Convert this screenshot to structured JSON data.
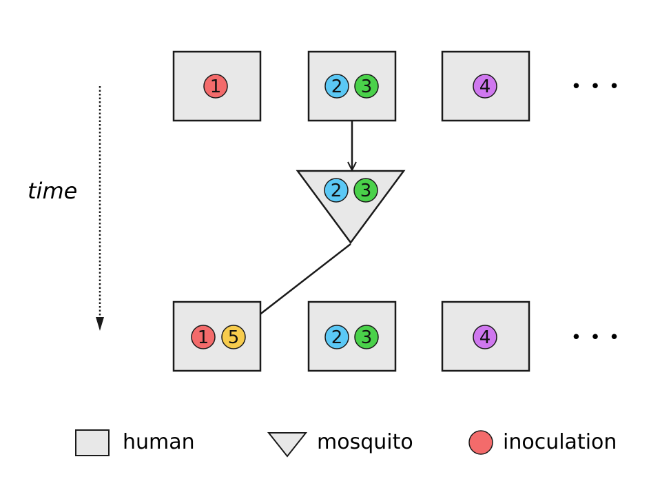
{
  "axis": {
    "label": "time"
  },
  "colors": {
    "box_fill": "#e8e8e8",
    "stroke": "#1a1a1a",
    "inoc_1": "#f36b6b",
    "inoc_2": "#5bc8f5",
    "inoc_3": "#4ad14a",
    "inoc_4": "#cf78ef",
    "inoc_5": "#f7cc4d"
  },
  "top_row": {
    "human_1": [
      "1"
    ],
    "human_2": [
      "2",
      "3"
    ],
    "human_3": [
      "4"
    ],
    "ellipsis": "• • •"
  },
  "mosquito": {
    "inoculations": [
      "2",
      "3"
    ]
  },
  "bottom_row": {
    "human_1": [
      "1",
      "5"
    ],
    "human_2": [
      "2",
      "3"
    ],
    "human_3": [
      "4"
    ],
    "ellipsis": "• • •"
  },
  "legend": {
    "human": "human",
    "mosquito": "mosquito",
    "inoculation": "inoculation"
  }
}
